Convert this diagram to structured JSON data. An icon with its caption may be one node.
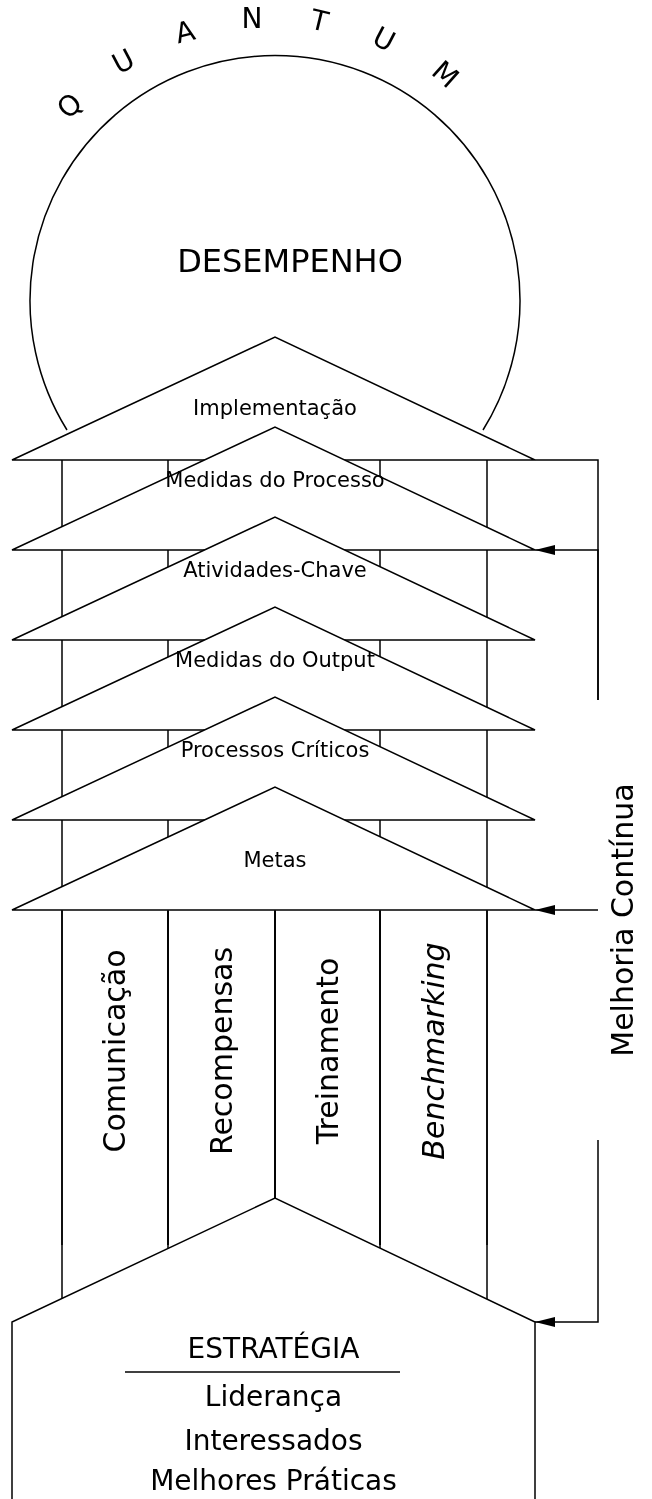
{
  "diagram": {
    "nodes": [
      {
        "text": [
          "QUANTUM",
          "DESEMPENHO"
        ]
      },
      {
        "text": [
          "Implementação"
        ]
      },
      {
        "text": [
          "Medidas do Processo"
        ]
      },
      {
        "text": [
          "Atividades-Chave"
        ]
      },
      {
        "text": [
          "Medidas do Output"
        ]
      },
      {
        "text": [
          "Processos Críticos"
        ]
      },
      {
        "text": [
          "Metas"
        ]
      },
      {
        "text": [
          "Comunicação"
        ]
      },
      {
        "text": [
          "Recompensas"
        ]
      },
      {
        "text": [
          "Treinamento"
        ]
      },
      {
        "text": [
          "Benchmarking"
        ]
      },
      {
        "text": [
          "ESTRATÉGIA",
          "Liderança",
          "Interessados",
          "Melhores Práticas"
        ]
      },
      {
        "text": [
          "Melhoria Contínua"
        ]
      }
    ],
    "edges": [
      {
        "from": 1,
        "to": 12,
        "arrow": "none"
      },
      {
        "from": 12,
        "to": 2,
        "arrow": "to"
      },
      {
        "from": 12,
        "to": 6,
        "arrow": "to"
      },
      {
        "from": 12,
        "to": 11,
        "arrow": "to"
      }
    ]
  }
}
